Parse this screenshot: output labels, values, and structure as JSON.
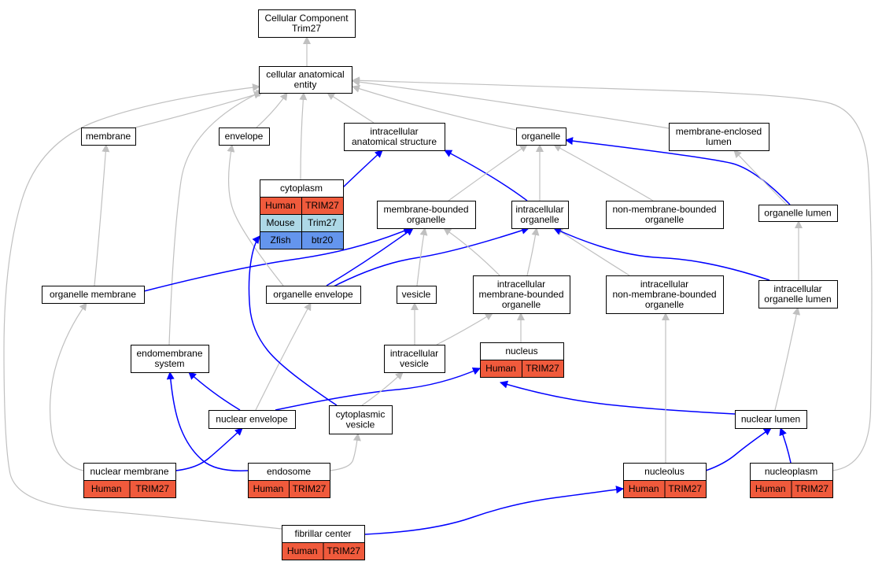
{
  "colors": {
    "edge_is_a": "#c0c0c0",
    "edge_part_of": "#0000ff",
    "human": "#f05a3c",
    "mouse": "#add8e6",
    "zfish": "#6495ed",
    "node_border": "#000000",
    "node_fill": "#ffffff"
  },
  "nodes": {
    "root": [
      "Cellular Component",
      "Trim27"
    ],
    "cae": [
      "cellular anatomical",
      "entity"
    ],
    "membrane": [
      "membrane"
    ],
    "envelope": [
      "envelope"
    ],
    "ias": [
      "intracellular",
      "anatomical structure"
    ],
    "organelle": [
      "organelle"
    ],
    "mel": [
      "membrane-enclosed",
      "lumen"
    ],
    "cytoplasm": [
      "cytoplasm"
    ],
    "mbo": [
      "membrane-bounded",
      "organelle"
    ],
    "io": [
      "intracellular",
      "organelle"
    ],
    "nmbo": [
      "non-membrane-bounded",
      "organelle"
    ],
    "ol": [
      "organelle lumen"
    ],
    "om": [
      "organelle membrane"
    ],
    "oe": [
      "organelle envelope"
    ],
    "vesicle": [
      "vesicle"
    ],
    "imbo": [
      "intracellular",
      "membrane-bounded",
      "organelle"
    ],
    "inmbo": [
      "intracellular",
      "non-membrane-bounded",
      "organelle"
    ],
    "iol": [
      "intracellular",
      "organelle lumen"
    ],
    "ems": [
      "endomembrane",
      "system"
    ],
    "iv": [
      "intracellular",
      "vesicle"
    ],
    "nucleus": [
      "nucleus"
    ],
    "ne": [
      "nuclear envelope"
    ],
    "cv": [
      "cytoplasmic",
      "vesicle"
    ],
    "nl": [
      "nuclear lumen"
    ],
    "nm": [
      "nuclear membrane"
    ],
    "endosome": [
      "endosome"
    ],
    "nucleolus": [
      "nucleolus"
    ],
    "nucleoplasm": [
      "nucleoplasm"
    ],
    "fc": [
      "fibrillar center"
    ]
  },
  "annotations": {
    "cytoplasm": [
      [
        "Human",
        "TRIM27"
      ],
      [
        "Mouse",
        "Trim27"
      ],
      [
        "Zfish",
        "btr20"
      ]
    ],
    "nucleus": [
      [
        "Human",
        "TRIM27"
      ]
    ],
    "nm": [
      [
        "Human",
        "TRIM27"
      ]
    ],
    "endosome": [
      [
        "Human",
        "TRIM27"
      ]
    ],
    "nucleolus": [
      [
        "Human",
        "TRIM27"
      ]
    ],
    "nucleoplasm": [
      [
        "Human",
        "TRIM27"
      ]
    ],
    "fc": [
      [
        "Human",
        "TRIM27"
      ]
    ]
  },
  "edges": [
    [
      "cae",
      "root",
      "is_a"
    ],
    [
      "membrane",
      "cae",
      "is_a"
    ],
    [
      "envelope",
      "cae",
      "is_a"
    ],
    [
      "ias",
      "cae",
      "is_a"
    ],
    [
      "organelle",
      "cae",
      "is_a"
    ],
    [
      "mel",
      "cae",
      "is_a"
    ],
    [
      "cytoplasm",
      "cae",
      "is_a"
    ],
    [
      "ems",
      "cae",
      "is_a"
    ],
    [
      "fc",
      "cae",
      "is_a"
    ],
    [
      "nucleoplasm",
      "cae",
      "is_a"
    ],
    [
      "cytoplasm",
      "ias",
      "part_of"
    ],
    [
      "io",
      "ias",
      "part_of"
    ],
    [
      "mbo",
      "organelle",
      "is_a"
    ],
    [
      "io",
      "organelle",
      "is_a"
    ],
    [
      "nmbo",
      "organelle",
      "is_a"
    ],
    [
      "ol",
      "organelle",
      "part_of"
    ],
    [
      "ol",
      "mel",
      "is_a"
    ],
    [
      "om",
      "membrane",
      "is_a"
    ],
    [
      "om",
      "mbo",
      "part_of"
    ],
    [
      "oe",
      "envelope",
      "is_a"
    ],
    [
      "oe",
      "mbo",
      "part_of"
    ],
    [
      "oe",
      "io",
      "part_of"
    ],
    [
      "vesicle",
      "mbo",
      "is_a"
    ],
    [
      "imbo",
      "mbo",
      "is_a"
    ],
    [
      "imbo",
      "io",
      "is_a"
    ],
    [
      "inmbo",
      "io",
      "is_a"
    ],
    [
      "inmbo",
      "nmbo",
      "is_a"
    ],
    [
      "iol",
      "io",
      "part_of"
    ],
    [
      "iol",
      "ol",
      "is_a"
    ],
    [
      "iv",
      "vesicle",
      "is_a"
    ],
    [
      "iv",
      "imbo",
      "is_a"
    ],
    [
      "nucleus",
      "imbo",
      "is_a"
    ],
    [
      "ne",
      "ems",
      "part_of"
    ],
    [
      "ne",
      "oe",
      "is_a"
    ],
    [
      "ne",
      "nucleus",
      "part_of"
    ],
    [
      "cv",
      "cytoplasm",
      "part_of"
    ],
    [
      "cv",
      "iv",
      "is_a"
    ],
    [
      "nl",
      "nucleus",
      "part_of"
    ],
    [
      "nl",
      "iol",
      "is_a"
    ],
    [
      "nm",
      "om",
      "is_a"
    ],
    [
      "nm",
      "ne",
      "part_of"
    ],
    [
      "endosome",
      "ems",
      "part_of"
    ],
    [
      "endosome",
      "cv",
      "is_a"
    ],
    [
      "nucleolus",
      "inmbo",
      "is_a"
    ],
    [
      "nucleolus",
      "nl",
      "part_of"
    ],
    [
      "nucleoplasm",
      "nl",
      "part_of"
    ],
    [
      "fc",
      "nucleolus",
      "part_of"
    ]
  ]
}
